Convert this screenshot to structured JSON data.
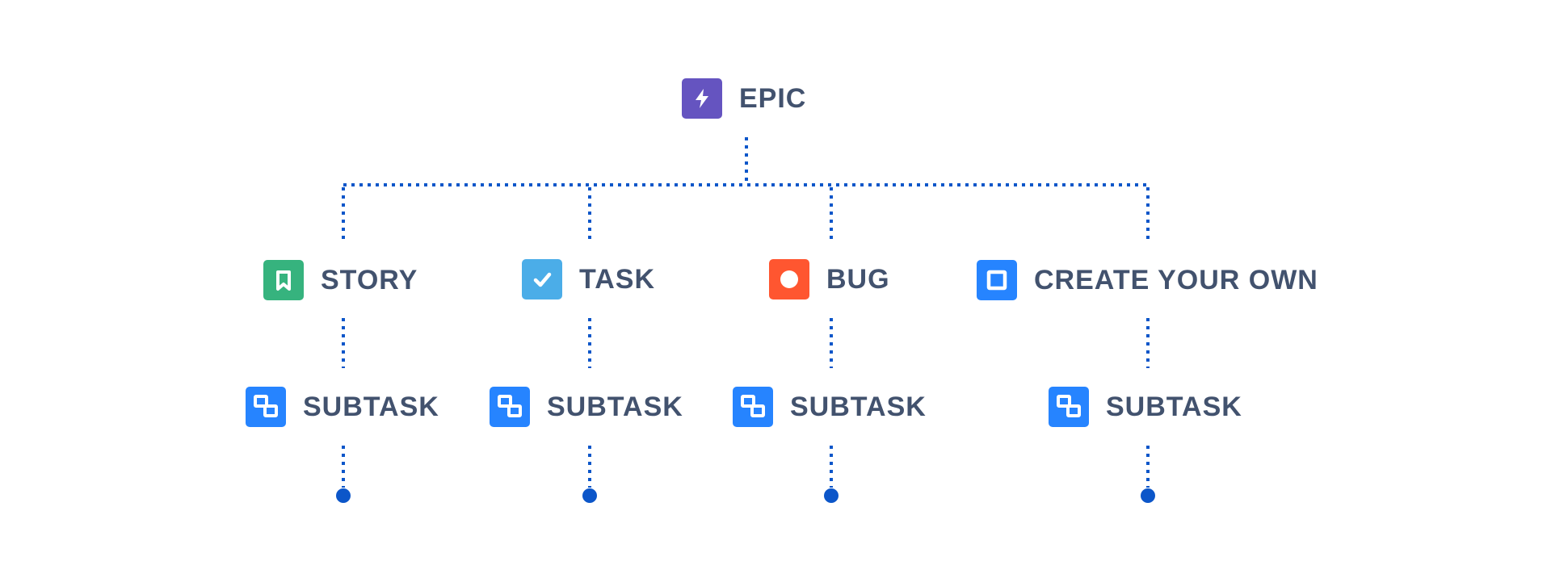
{
  "colors": {
    "connector": "#0c56c9",
    "label_text": "#42526e"
  },
  "epic": {
    "label": "EPIC",
    "icon": "lightning-bolt-icon",
    "color": "#6554c0"
  },
  "issue_types": [
    {
      "label": "STORY",
      "icon": "bookmark-icon",
      "color": "#36b37e"
    },
    {
      "label": "TASK",
      "icon": "checkmark-icon",
      "color": "#4bade8"
    },
    {
      "label": "BUG",
      "icon": "circle-icon",
      "color": "#ff5630"
    },
    {
      "label": "CREATE YOUR OWN",
      "icon": "square-outline-icon",
      "color": "#2684ff"
    }
  ],
  "subtasks": [
    {
      "label": "SUBTASK",
      "icon": "subtask-icon",
      "color": "#2684ff"
    },
    {
      "label": "SUBTASK",
      "icon": "subtask-icon",
      "color": "#2684ff"
    },
    {
      "label": "SUBTASK",
      "icon": "subtask-icon",
      "color": "#2684ff"
    },
    {
      "label": "SUBTASK",
      "icon": "subtask-icon",
      "color": "#2684ff"
    }
  ]
}
